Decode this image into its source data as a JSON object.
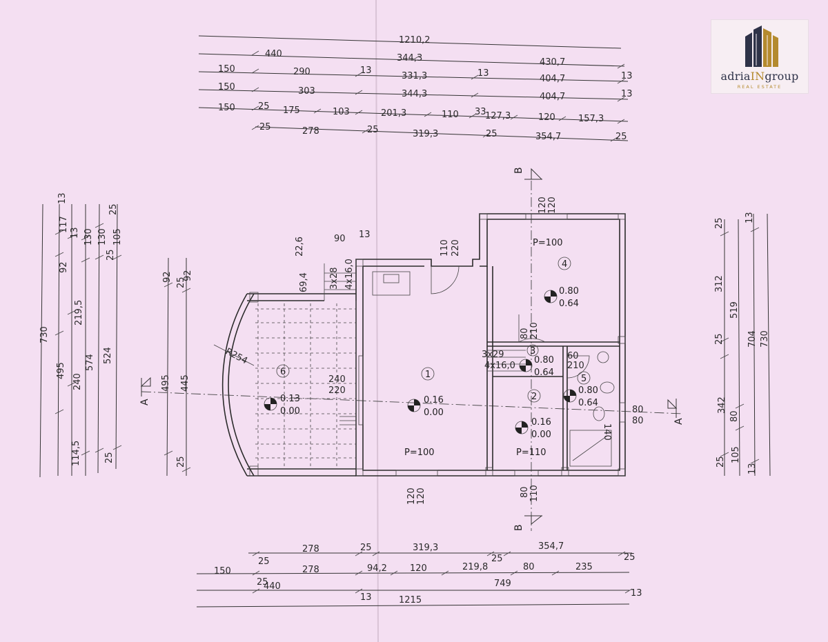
{
  "brand": {
    "name_prefix": "adria",
    "name_accent": "IN",
    "name_suffix": "group",
    "subtitle": "REAL ESTATE",
    "colors": {
      "navy": "#2e3248",
      "gold": "#b48a2e"
    }
  },
  "dims_top": {
    "row1": [
      "1210,2"
    ],
    "row2": [
      "440",
      "344,3",
      "430,7"
    ],
    "row3": [
      "150",
      "290",
      "13",
      "331,3",
      "13",
      "404,7",
      "13"
    ],
    "row4": [
      "150",
      "303",
      "344,3",
      "404,7",
      "13"
    ],
    "row5": [
      "150",
      "25",
      "175",
      "103",
      "201,3",
      "110",
      "33",
      "127,3",
      "120",
      "157,3"
    ],
    "row6": [
      "25",
      "278",
      "25",
      "319,3",
      "25",
      "354,7",
      "25"
    ]
  },
  "dims_bottom": {
    "row1": [
      "278",
      "25",
      "319,3",
      "354,7"
    ],
    "row1b": [
      "25",
      "25",
      "25"
    ],
    "row2": [
      "150",
      "278",
      "94,2",
      "120",
      "219,8",
      "80",
      "235"
    ],
    "row2b": [
      "25"
    ],
    "row3": [
      "440",
      "749",
      "13",
      "13"
    ],
    "row4": [
      "1215"
    ]
  },
  "dims_left": {
    "col1": [
      "730"
    ],
    "col2": [
      "13",
      "92",
      "495",
      "114,5"
    ],
    "col3": [
      "117",
      "219,5",
      "240"
    ],
    "col4": [
      "130",
      "574",
      "25"
    ],
    "col5": [
      "130",
      "25",
      "524"
    ],
    "col6": [
      "25",
      "105"
    ],
    "col7": [
      "92",
      "495",
      "25"
    ],
    "col8": [
      "25",
      "92",
      "445"
    ]
  },
  "dims_right": {
    "col1": [
      "25",
      "312",
      "25",
      "342",
      "25"
    ],
    "col2": [
      "519",
      "80",
      "105"
    ],
    "col3": [
      "13",
      "704",
      "13"
    ],
    "col4": [
      "730"
    ]
  },
  "plan": {
    "section_b": "B",
    "section_a": "A",
    "stair_top": [
      "22,6",
      "69,4",
      "90",
      "13",
      "3x28",
      "4x16,0"
    ],
    "door_110": "110",
    "door_220": "220",
    "top_120a": "120",
    "top_120b": "120",
    "radius": "R254",
    "opening_240": "240",
    "opening_220": "220",
    "opening_80_110": [
      "80",
      "110"
    ],
    "stair_mid": [
      "3x29",
      "4x16,0"
    ],
    "door_60": "60",
    "door_210": "210",
    "window_80a": "80",
    "window_80b": "80",
    "wc_140": "140",
    "bottom_120a": "120",
    "bottom_120b": "120",
    "bottom_80": "80",
    "bottom_110": "110",
    "rooms": [
      {
        "num": "1",
        "h1": "0.16",
        "h2": "0.00"
      },
      {
        "num": "2",
        "h1": "0.16",
        "h2": "0.00"
      },
      {
        "num": "3",
        "h1": "0.80",
        "h2": "0.64"
      },
      {
        "num": "4",
        "h1": "0.80",
        "h2": "0.64"
      },
      {
        "num": "5",
        "h1": "0.80",
        "h2": "0.64"
      },
      {
        "num": "6",
        "h1": "0.13",
        "h2": "0.00"
      }
    ],
    "p_values": [
      "P=100",
      "P=100",
      "P=110"
    ]
  }
}
